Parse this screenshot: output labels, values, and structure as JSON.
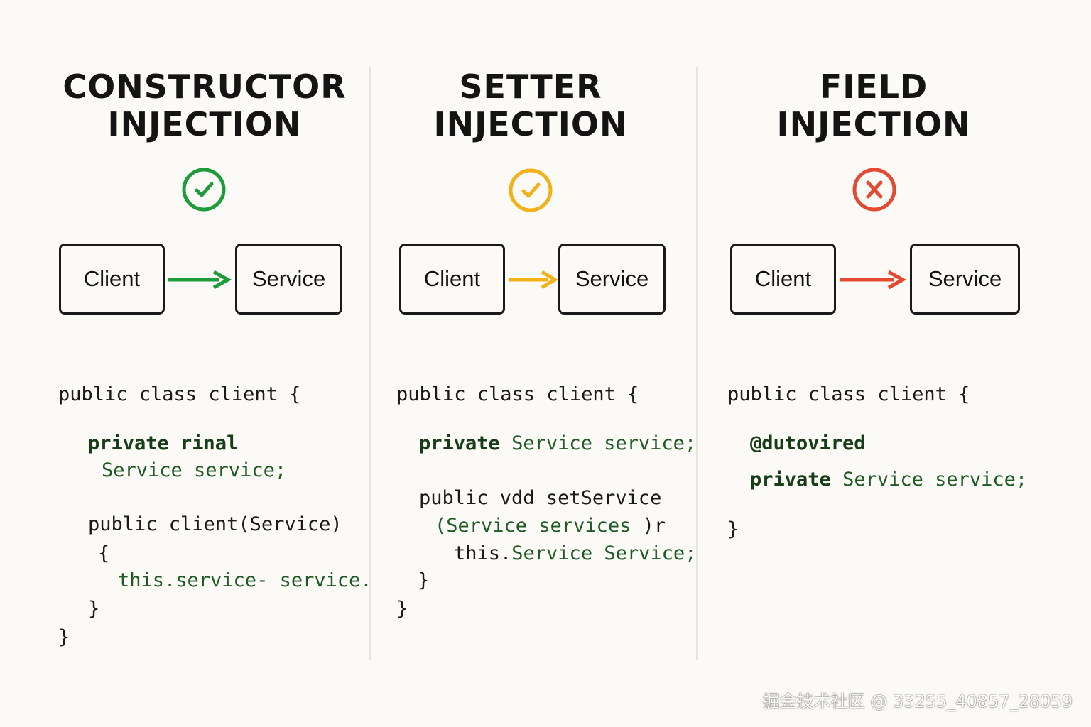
{
  "columns": [
    {
      "title_line1": "CONSTRUCTOR",
      "title_line2": "INJECTION",
      "status": "check-icon",
      "color": "#1e9b3a",
      "client_label": "Client",
      "service_label": "Service",
      "code": {
        "l1": "public class client {",
        "l2": "private rinal",
        "l3": "Service service;",
        "l4": "public client(Service)",
        "l5": "{",
        "l6": "this.service",
        "l6b": "- service.",
        "l7": "}",
        "l8": "}"
      }
    },
    {
      "title_line1": "SETTER",
      "title_line2": "INJECTION",
      "status": "check-icon",
      "color": "#f2b019",
      "client_label": "Client",
      "service_label": "Service",
      "code": {
        "l1": "public class client {",
        "l2a": "private",
        "l2b": "Service service;",
        "l3": "public vdd setService",
        "l4a": "(Service services",
        "l4b": ")r",
        "l5a": "this.",
        "l5b": "Service Service;",
        "l6": "}",
        "l7": "}"
      }
    },
    {
      "title_line1": "FIELD",
      "title_line2": "INJECTION",
      "status": "x-icon",
      "color": "#e24a32",
      "client_label": "Client",
      "service_label": "Service",
      "code": {
        "l1": "public class client {",
        "l2": "@dutovired",
        "l3a": "private",
        "l3b": "Service service;",
        "l4": "}"
      }
    }
  ],
  "watermark": "掘金技术社区 @ 33255_40857_28059"
}
